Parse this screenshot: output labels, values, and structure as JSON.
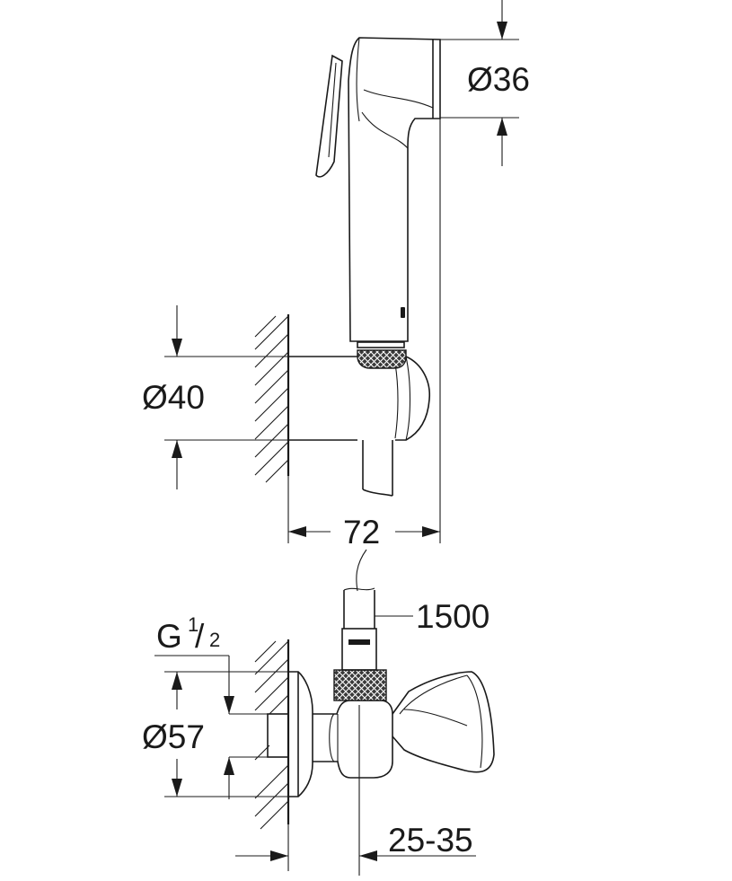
{
  "labels": {
    "head_diameter": "Ø36",
    "holder_diameter": "Ø40",
    "holder_depth": "72",
    "hose_length": "1500",
    "thread_prefix": "G",
    "thread_num": "1",
    "thread_den": "2",
    "rosette_diameter": "Ø57",
    "wall_offset": "25-35"
  },
  "colors": {
    "line": "#1a1a1a",
    "background": "#ffffff"
  }
}
